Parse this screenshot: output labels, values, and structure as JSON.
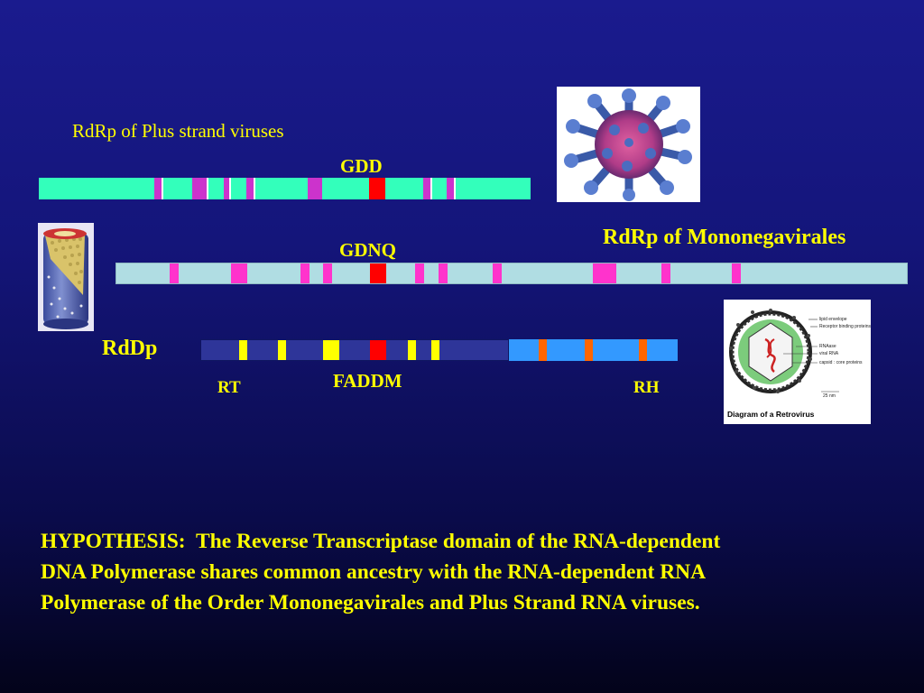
{
  "labels": {
    "plus_title": "RdRp of Plus strand viruses",
    "gdd": "GDD",
    "gdnq": "GDNQ",
    "mono_title": "RdRp of Mononegavirales",
    "rddp": "RdDp",
    "rt": "RT",
    "faddm": "FADDM",
    "rh": "RH"
  },
  "retrovirus_image": {
    "caption": "Diagram of a Retrovirus",
    "legend": [
      "lipid envelope",
      "Receptor binding proteins",
      "RNAase",
      "viral RNA",
      "capsid : core proteins"
    ],
    "scale": "25 nm"
  },
  "hypothesis": {
    "line1": "HYPOTHESIS:  The Reverse Transcriptase domain of the RNA-dependent",
    "line2": "DNA Polymerase shares common ancestry with the RNA-dependent RNA",
    "line3": "Polymerase of the Order Mononegavirales and Plus Strand RNA viruses."
  },
  "colors": {
    "plus_bar": "#33ffbb",
    "plus_motif": "#cc33cc",
    "mono_bar": "#b0dde3",
    "mono_motif": "#ff33cc",
    "rddp_rt": "#2e3599",
    "rddp_rh": "#3399ff",
    "rddp_rt_motif": "#ffff00",
    "rddp_rh_motif": "#ff6600",
    "conserved_motif": "#ff0000",
    "text": "#ffff00"
  }
}
